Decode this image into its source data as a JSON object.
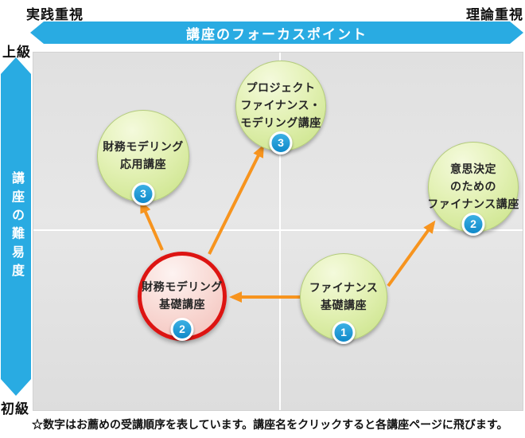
{
  "colors": {
    "axis_banner_blue": "#29abe2",
    "arrow_orange": "#f7941e",
    "badge_blue": "#1b98d5",
    "highlight_red": "#dd1412",
    "bubble_green": "#c8e284",
    "bubble_pink": "#f3bfb9",
    "plot_background": "#e3e3e3"
  },
  "axes": {
    "top_left_label": "実践重視",
    "top_right_label": "理論重視",
    "horizontal_axis_title": "講座のフォーカスポイント",
    "vertical_top_label": "上級",
    "vertical_bottom_label": "初級",
    "vertical_axis_title": "講座の難易度"
  },
  "courses": [
    {
      "id": "modeling-advanced",
      "name_lines": [
        "財務モデリング",
        "応用講座"
      ],
      "order": "3",
      "highlighted": false
    },
    {
      "id": "project-finance-modeling",
      "name_lines": [
        "プロジェクト",
        "ファイナンス・",
        "モデリング講座"
      ],
      "order": "3",
      "highlighted": false
    },
    {
      "id": "decision-finance",
      "name_lines": [
        "意思決定",
        "のための",
        "ファイナンス講座"
      ],
      "order": "2",
      "highlighted": false
    },
    {
      "id": "modeling-basic",
      "name_lines": [
        "財務モデリング",
        "基礎講座"
      ],
      "order": "2",
      "highlighted": true
    },
    {
      "id": "finance-basic",
      "name_lines": [
        "ファイナンス",
        "基礎講座"
      ],
      "order": "1",
      "highlighted": false
    }
  ],
  "arrows": [
    {
      "from": "modeling-basic",
      "to": "modeling-advanced"
    },
    {
      "from": "modeling-basic",
      "to": "project-finance-modeling"
    },
    {
      "from": "finance-basic",
      "to": "modeling-basic"
    },
    {
      "from": "finance-basic",
      "to": "decision-finance"
    }
  ],
  "note": "☆数字はお薦めの受講順序を表しています。講座名をクリックすると各講座ページに飛びます。"
}
